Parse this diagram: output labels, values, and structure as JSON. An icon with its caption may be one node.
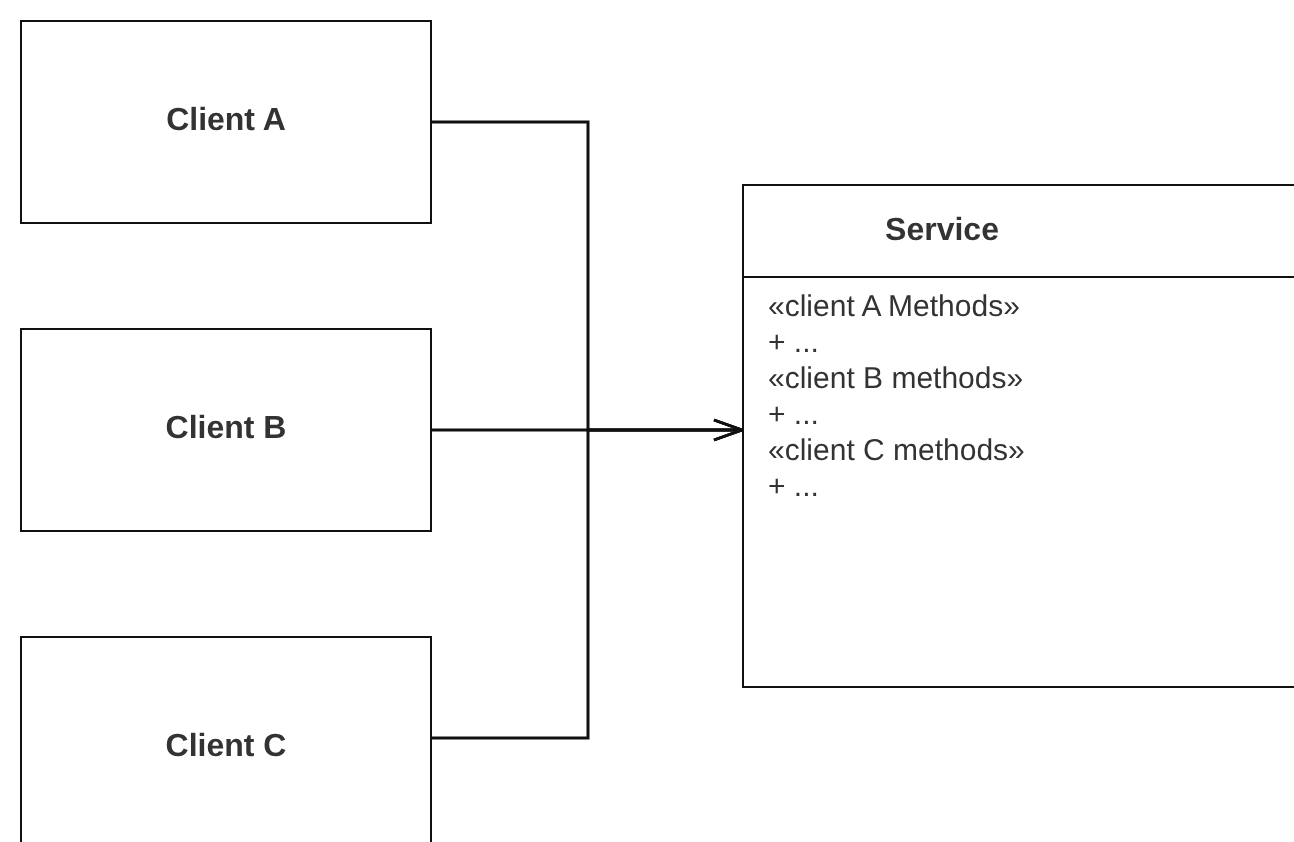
{
  "diagram": {
    "nodes": [
      {
        "text": [
          "Client A"
        ]
      },
      {
        "text": [
          "Client B"
        ]
      },
      {
        "text": [
          "Client C"
        ]
      },
      {
        "text": [
          "Service",
          "«client A Methods»",
          "+ ...",
          "«client B methods»",
          "+ ...",
          "«client C methods»",
          "+ ..."
        ]
      }
    ],
    "edges": [
      {
        "from": 0,
        "to": 3,
        "arrow": "to"
      },
      {
        "from": 1,
        "to": 3,
        "arrow": "to"
      },
      {
        "from": 2,
        "to": 3,
        "arrow": "to"
      }
    ]
  }
}
